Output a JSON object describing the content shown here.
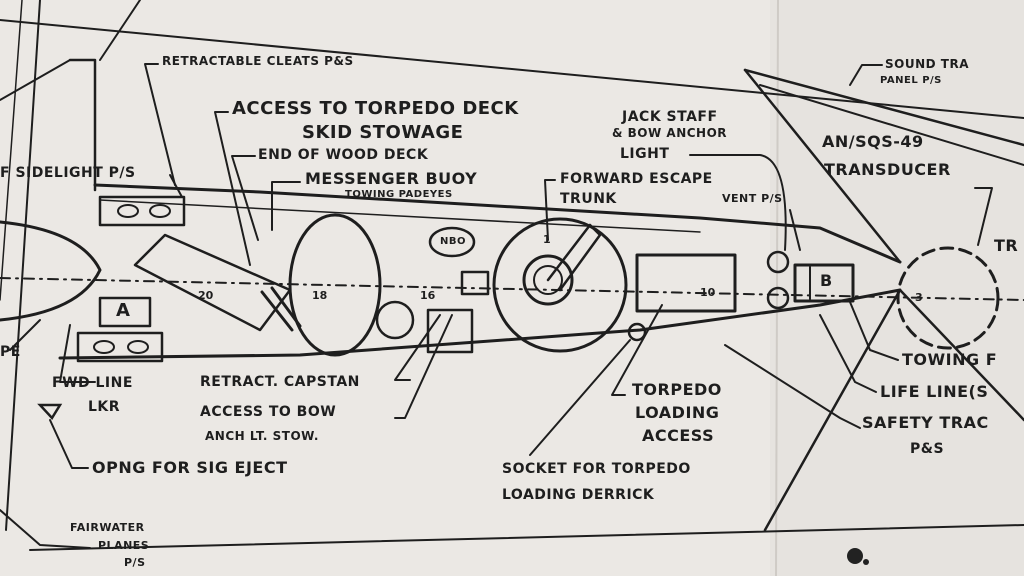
{
  "labels": {
    "retractable_cleats": "RETRACTABLE CLEATS P&S",
    "access_torpedo_1": "ACCESS TO TORPEDO DECK",
    "access_torpedo_2": "SKID STOWAGE",
    "end_wood_deck": "END OF WOOD DECK",
    "sidelight": "F SIDELIGHT P/S",
    "messenger_buoy": "MESSENGER BUOY",
    "towing_padeyes": "TOWING PADEYES",
    "forward_escape_1": "FORWARD ESCAPE",
    "forward_escape_2": "TRUNK",
    "jack_staff_1": "JACK STAFF",
    "jack_staff_2": "& BOW ANCHOR",
    "jack_staff_3": "LIGHT",
    "vent": "VENT P/S",
    "sound_panel_1": "SOUND TRA",
    "sound_panel_2": "PANEL P/S",
    "transducer_1": "AN/SQS-49",
    "transducer_2": "TRANSDUCER",
    "tr": "TR",
    "fwd_line_1": "FWD LINE",
    "fwd_line_2": "LKR",
    "retract_capstan": "RETRACT. CAPSTAN",
    "access_bow_1": "ACCESS TO BOW",
    "access_bow_2": "ANCH LT. STOW.",
    "opng_sig": "OPNG FOR SIG EJECT",
    "torpedo_loading_1": "TORPEDO",
    "torpedo_loading_2": "LOADING",
    "torpedo_loading_3": "ACCESS",
    "socket_1": "SOCKET FOR TORPEDO",
    "socket_2": "LOADING DERRICK",
    "towing_f": "TOWING F",
    "life_line": "LIFE LINE(S",
    "safety_track_1": "SAFETY TRAC",
    "safety_track_2": "P&S",
    "fairwater_1": "FAIRWATER",
    "fairwater_2": "PLANES",
    "fairwater_3": "P/S",
    "pe": "PE",
    "box_a": "A",
    "box_b": "B",
    "nbox": "NBO"
  },
  "frames": {
    "f20": "20",
    "f18": "18",
    "f16": "16",
    "f10": "10",
    "f1": "1",
    "f3": "3"
  },
  "colors": {
    "paper": "#efece8",
    "ink": "#1e1e1e"
  }
}
